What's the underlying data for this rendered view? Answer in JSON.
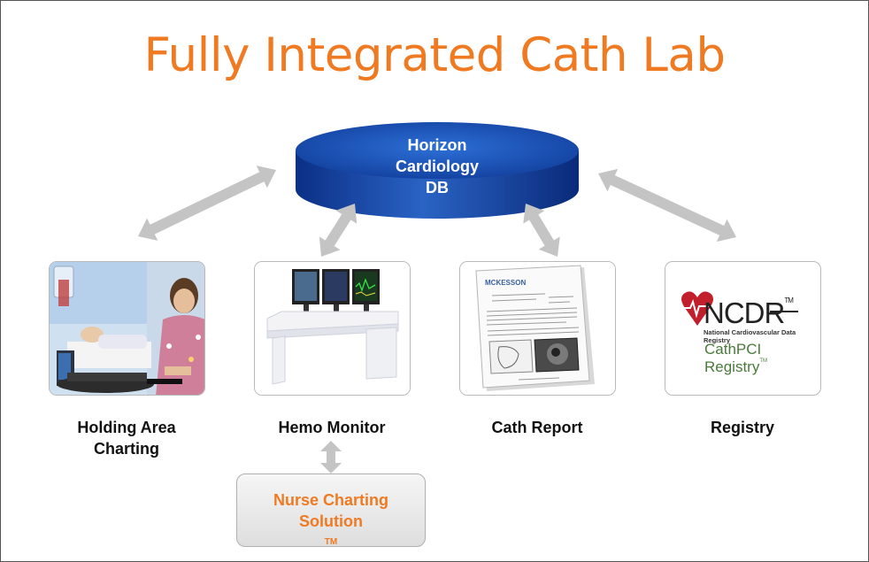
{
  "title": "Fully Integrated Cath Lab",
  "database": {
    "line1": "Horizon",
    "line2": "Cardiology",
    "line3": "DB"
  },
  "nodes": [
    {
      "line1": "Holding Area",
      "line2": "Charting"
    },
    {
      "line1": "Hemo Monitor",
      "line2": ""
    },
    {
      "line1": "Cath Report",
      "line2": ""
    },
    {
      "line1": "Registry",
      "line2": ""
    }
  ],
  "sub_node": {
    "line1": "Nurse Charting",
    "line2": "Solution",
    "mark": "TM"
  },
  "report_brand": "MCKESSON",
  "registry_logo": {
    "ncdr": "NCDR",
    "ncdr_mark": "TM",
    "subtitle": "National Cardiovascular Data Registry",
    "cathpci": "CathPCI Registry",
    "cathpci_mark": "TM"
  },
  "colors": {
    "title": "#ef7a22",
    "db_blue": "#1f4fa8",
    "arrow": "#c4c4c4",
    "nurse_text": "#ef7a22"
  }
}
